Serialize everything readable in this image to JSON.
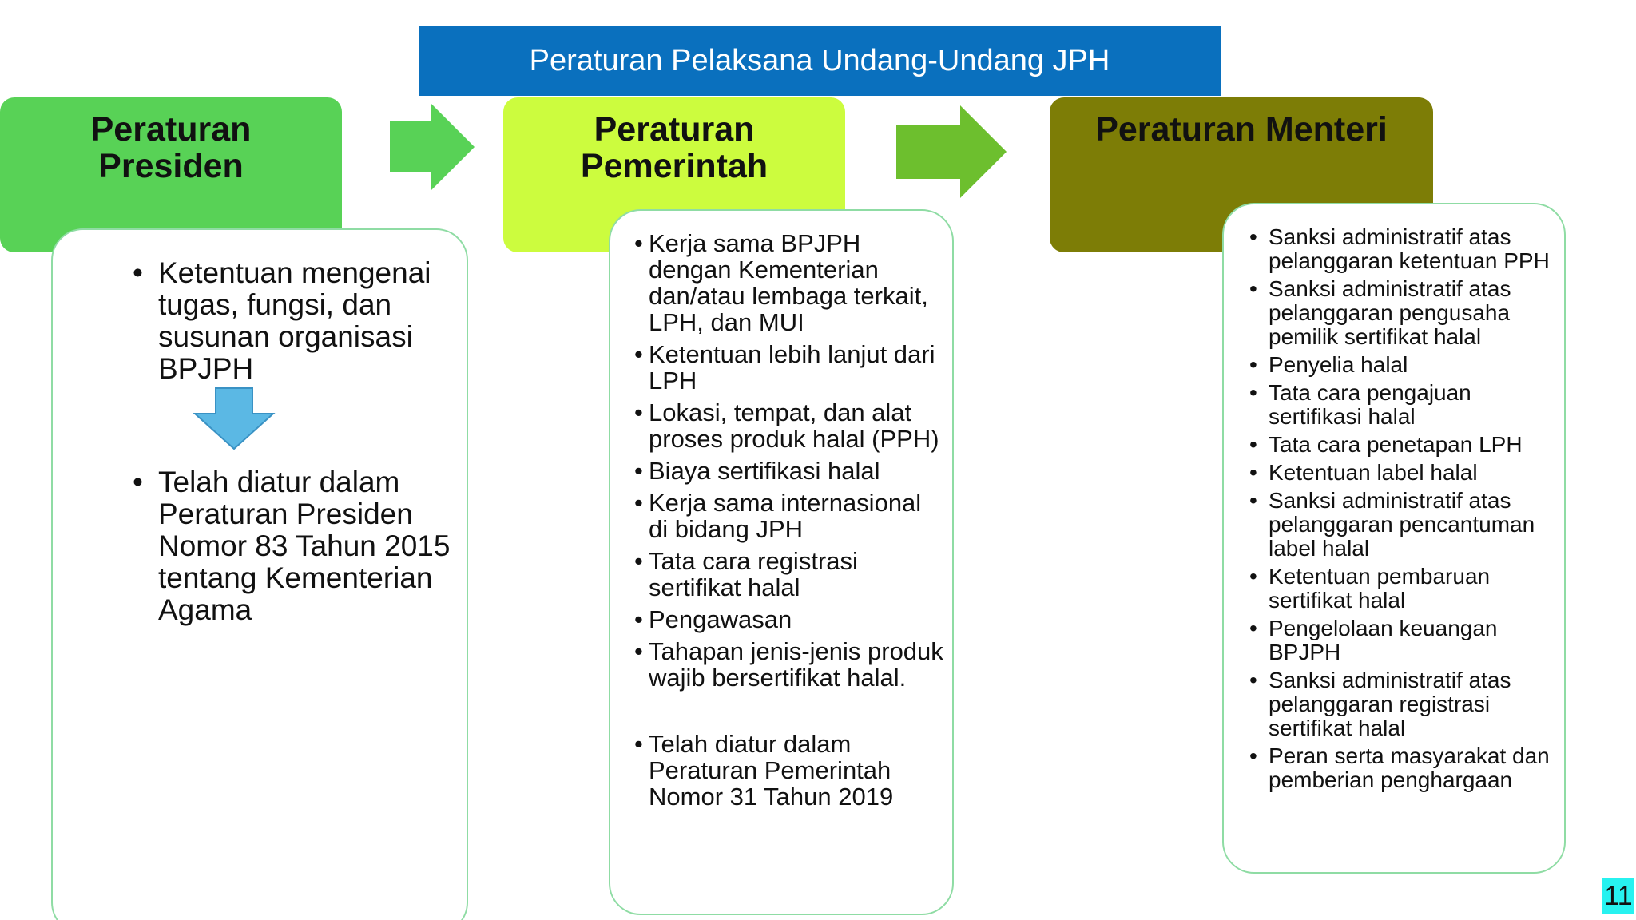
{
  "banner": {
    "title": "Peraturan Pelaksana Undang-Undang JPH"
  },
  "columns": [
    {
      "header": [
        "Peraturan",
        "Presiden"
      ],
      "items_top": [
        "Ketentuan mengenai tugas, fungsi, dan susunan organisasi BPJPH"
      ],
      "items_bottom": [
        "Telah diatur dalam Peraturan Presiden Nomor 83 Tahun 2015 tentang Kementerian Agama"
      ]
    },
    {
      "header": [
        "Peraturan",
        "Pemerintah"
      ],
      "items": [
        "Kerja sama BPJPH dengan Kementerian dan/atau lembaga terkait, LPH, dan MUI",
        "Ketentuan lebih lanjut dari LPH",
        "Lokasi, tempat, dan alat proses produk halal (PPH)",
        "Biaya sertifikasi halal",
        "Kerja sama internasional di bidang JPH",
        "Tata cara registrasi sertifikat halal",
        "Pengawasan",
        "Tahapan jenis-jenis produk wajib bersertifikat halal.",
        "Telah diatur dalam Peraturan Pemerintah Nomor 31 Tahun 2019"
      ]
    },
    {
      "header": [
        "Peraturan Menteri"
      ],
      "items": [
        "Sanksi administratif atas pelanggaran ketentuan PPH",
        "Sanksi administratif atas pelanggaran pengusaha pemilik sertifikat halal",
        "Penyelia halal",
        "Tata cara pengajuan sertifikasi halal",
        "Tata cara penetapan LPH",
        "Ketentuan label halal",
        "Sanksi administratif atas pelanggaran pencantuman label halal",
        "Ketentuan pembaruan sertifikat halal",
        "Pengelolaan keuangan BPJPH",
        "Sanksi administratif atas pelanggaran registrasi sertifikat halal",
        "Peran serta masyarakat dan pemberian penghargaan"
      ]
    }
  ],
  "page_number": "11",
  "colors": {
    "banner": "#0a70be",
    "presiden": "#58d256",
    "pemerintah": "#ccfc3e",
    "menteri": "#7d7d06",
    "card_border": "#8fdca4",
    "down_arrow": "#5bb8e4",
    "page_number_bg": "#27f2f0"
  },
  "icons": [
    "right-arrow-icon",
    "right-arrow-icon",
    "down-arrow-icon"
  ]
}
